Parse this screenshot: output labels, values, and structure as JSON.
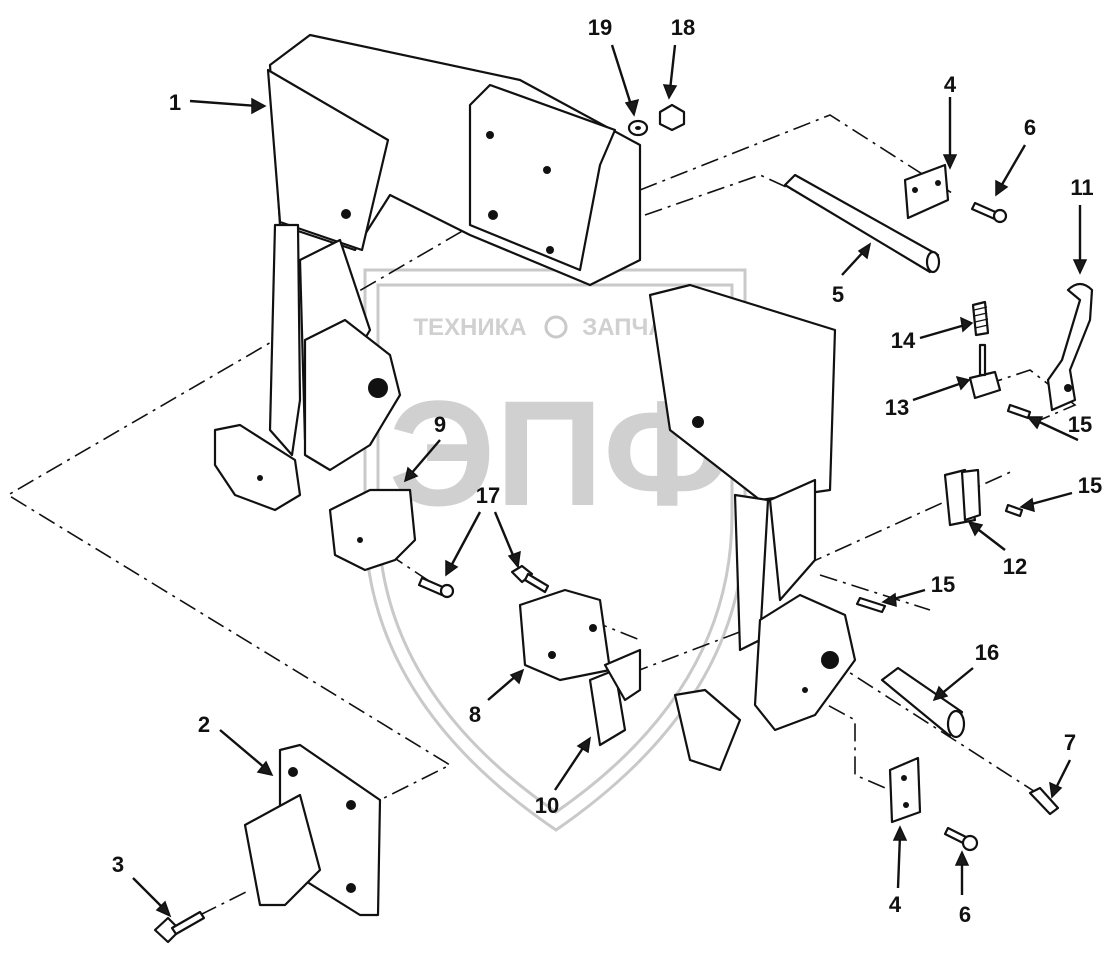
{
  "watermark": {
    "top_text_left": "ТЕХНИКА",
    "top_text_right": "ЗАПЧАСТИ",
    "big_text": "ЭПФ"
  },
  "callouts": [
    {
      "id": "c1",
      "label": "1"
    },
    {
      "id": "c2",
      "label": "2"
    },
    {
      "id": "c3",
      "label": "3"
    },
    {
      "id": "c4a",
      "label": "4"
    },
    {
      "id": "c4b",
      "label": "4"
    },
    {
      "id": "c5",
      "label": "5"
    },
    {
      "id": "c6a",
      "label": "6"
    },
    {
      "id": "c6b",
      "label": "6"
    },
    {
      "id": "c7",
      "label": "7"
    },
    {
      "id": "c8",
      "label": "8"
    },
    {
      "id": "c9",
      "label": "9"
    },
    {
      "id": "c10",
      "label": "10"
    },
    {
      "id": "c11",
      "label": "11"
    },
    {
      "id": "c12",
      "label": "12"
    },
    {
      "id": "c13",
      "label": "13"
    },
    {
      "id": "c14",
      "label": "14"
    },
    {
      "id": "c15a",
      "label": "15"
    },
    {
      "id": "c15b",
      "label": "15"
    },
    {
      "id": "c15c",
      "label": "15"
    },
    {
      "id": "c16",
      "label": "16"
    },
    {
      "id": "c17",
      "label": "17"
    },
    {
      "id": "c18",
      "label": "18"
    },
    {
      "id": "c19",
      "label": "19"
    }
  ]
}
